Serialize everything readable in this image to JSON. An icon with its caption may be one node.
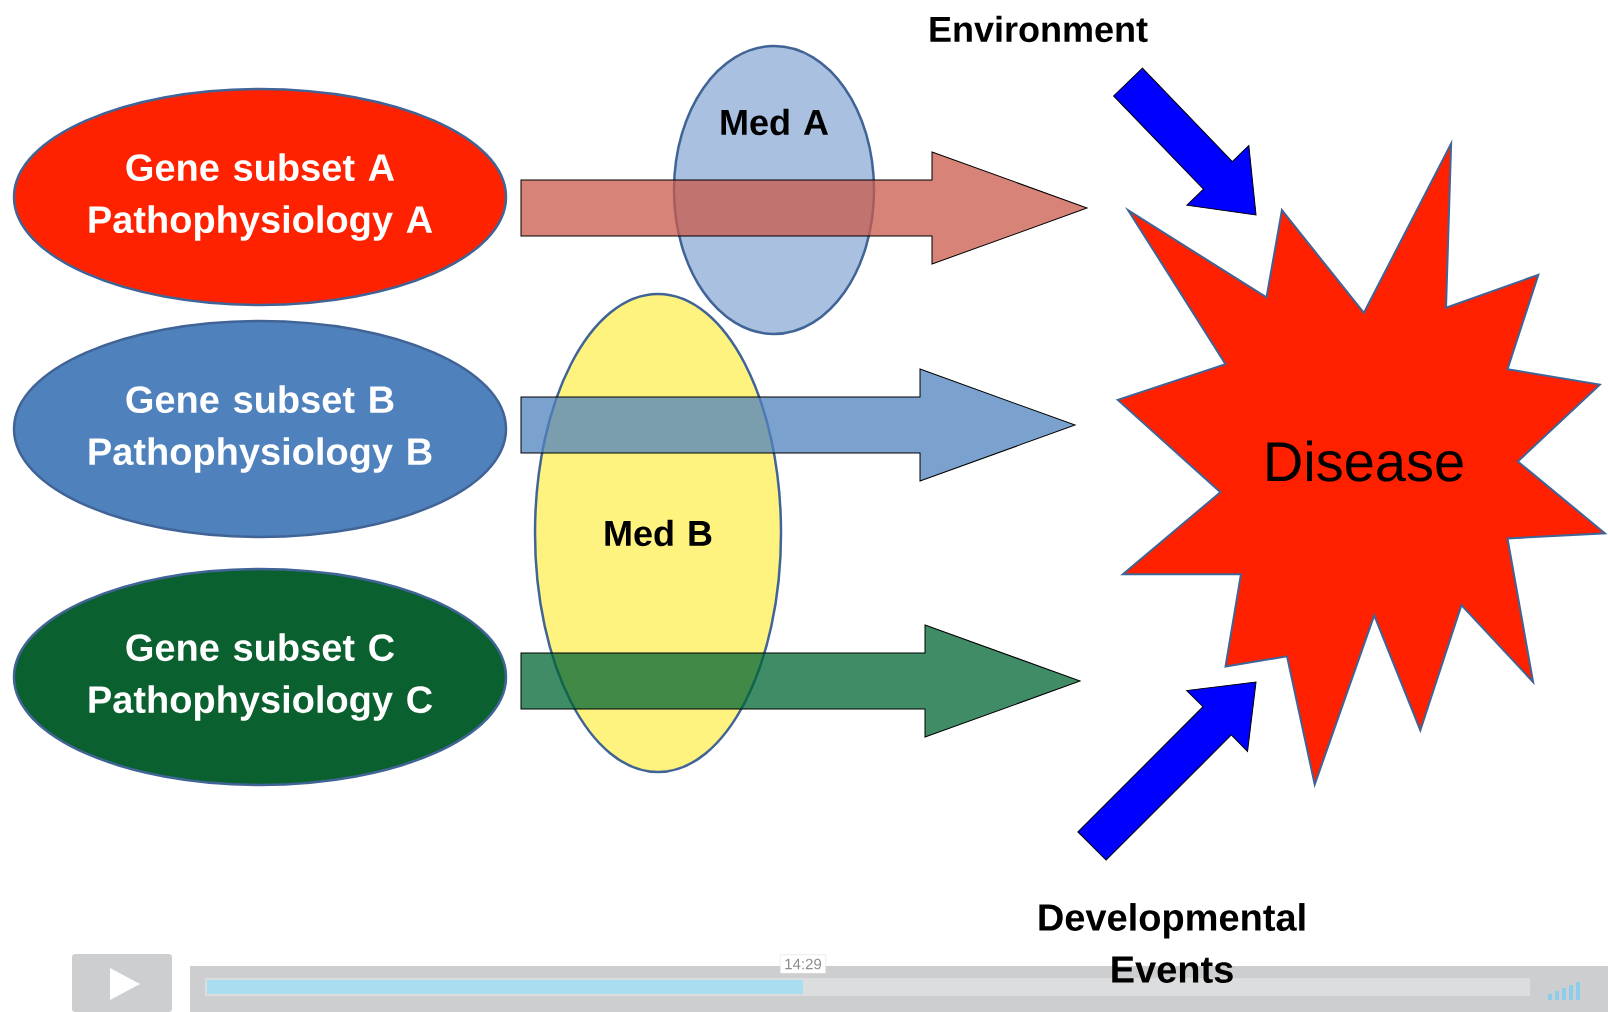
{
  "diagram": {
    "nodes": [
      {
        "text": [
          "Gene subset A Pathophysiology A"
        ]
      },
      {
        "text": [
          "Gene subset B Pathophysiology B"
        ]
      },
      {
        "text": [
          "Gene subset C Pathophysiology C"
        ]
      },
      {
        "text": [
          "Med A"
        ]
      },
      {
        "text": [
          "Med B"
        ]
      },
      {
        "text": [
          "Disease"
        ]
      },
      {
        "text": [
          "Environment"
        ]
      },
      {
        "text": [
          "Developmental Events"
        ]
      }
    ],
    "edges": [
      {
        "from": 0,
        "to": 5,
        "arrow": "to",
        "style": "thick",
        "color": "#c9594b"
      },
      {
        "from": 1,
        "to": 5,
        "arrow": "to",
        "style": "thick",
        "color": "#4f81bd"
      },
      {
        "from": 2,
        "to": 5,
        "arrow": "to",
        "style": "thick",
        "color": "#006633"
      },
      {
        "from": 6,
        "to": 5,
        "arrow": "to",
        "style": "thick",
        "color": "#0000ff"
      },
      {
        "from": 7,
        "to": 5,
        "arrow": "to",
        "style": "thick",
        "color": "#0000ff"
      }
    ],
    "labels": [
      "14:29"
    ]
  }
}
